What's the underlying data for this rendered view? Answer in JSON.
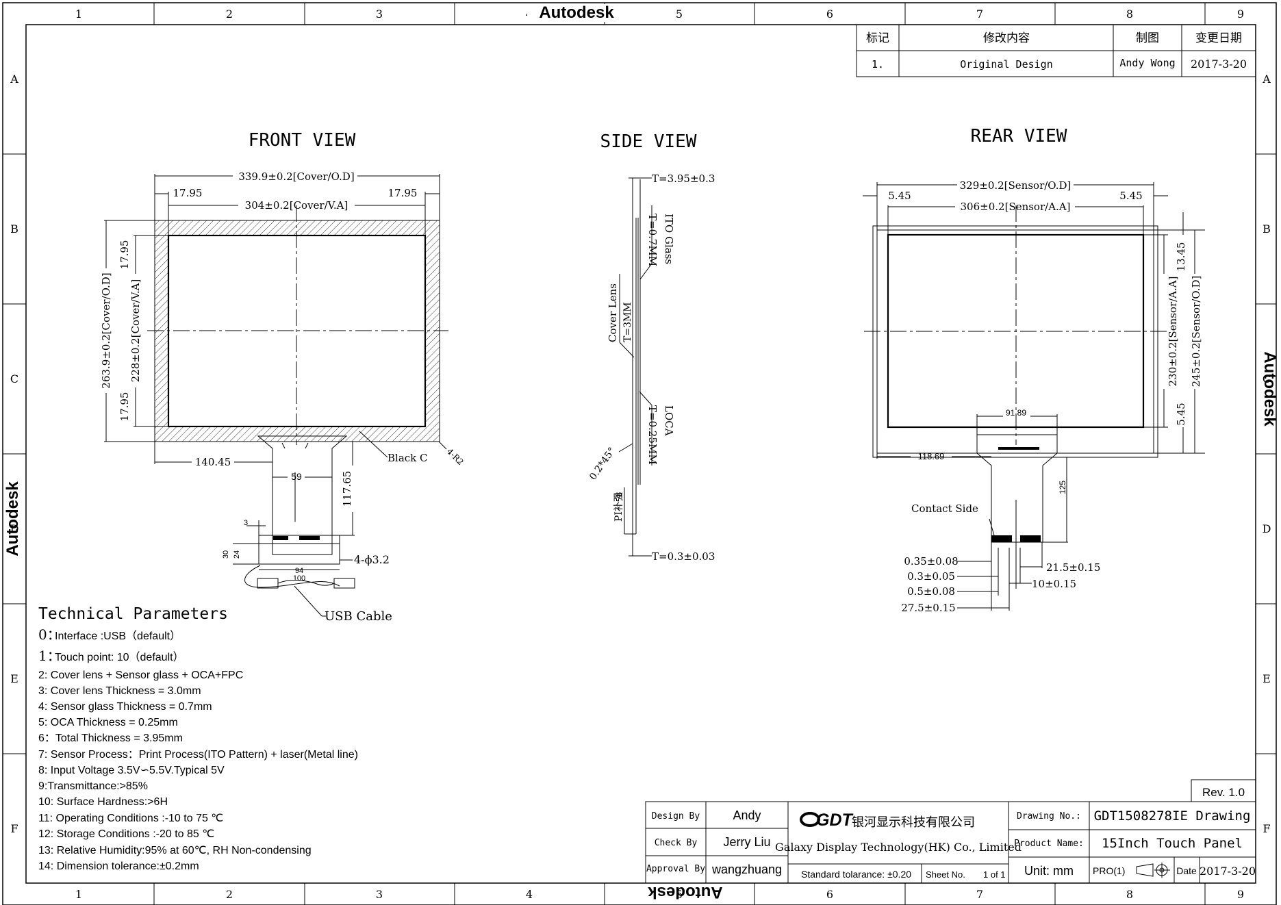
{
  "watermark": "Autodesk",
  "grid": {
    "columns": [
      "1",
      "2",
      "3",
      "4",
      "5",
      "6",
      "7",
      "8",
      "9"
    ],
    "rows": [
      "A",
      "B",
      "C",
      "D",
      "E",
      "F"
    ]
  },
  "revision_table": {
    "headers": [
      "标记",
      "修改内容",
      "制图",
      "变更日期"
    ],
    "rows": [
      [
        "1.",
        "Original Design",
        "Andy Wong",
        "2017-3-20"
      ]
    ]
  },
  "views": {
    "front": {
      "title": "FRONT VIEW",
      "dims": {
        "cover_od_width": "339.9±0.2[Cover/O.D]",
        "margin_left": "17.95",
        "margin_right": "17.95",
        "cover_va_width": "304±0.2[Cover/V.A]",
        "cover_od_height": "263.9±0.2[Cover/O.D]",
        "cover_va_height": "228±0.2[Cover/V.A]",
        "margin_top": "17.95",
        "margin_bottom": "17.95",
        "fpc_offset": "140.45",
        "fpc_width": "59",
        "fpc_length": "117.65",
        "tail_3": "3",
        "tail_30": "30",
        "tail_24": "24",
        "tail_94": "94",
        "tail_100": "100",
        "holes": "4-ϕ3.2",
        "corner_r": "4-R2"
      },
      "labels": {
        "black_c": "Black C",
        "usb_cable": "USB Cable"
      }
    },
    "side": {
      "title": "SIDE VIEW",
      "dims": {
        "total_t": "T=3.95±0.3",
        "ito_t": "T=0.7MM",
        "cover_t": "T=3MM",
        "loca_t": "T=0.25MM",
        "chamfer": "0.2*45°",
        "pi_8": "8",
        "fpc_t": "T=0.3±0.03"
      },
      "labels": {
        "ito": "ITO Glass",
        "cover_lens": "Cover Lens",
        "loca": "LOCA",
        "pi": "PI补强"
      }
    },
    "rear": {
      "title": "REAR VIEW",
      "dims": {
        "sensor_od_width": "329±0.2[Sensor/O.D]",
        "margin_left": "5.45",
        "margin_right": "5.45",
        "sensor_aa_width": "306±0.2[Sensor/A.A]",
        "margin_top": "13.45",
        "sensor_aa_height": "230±0.2[Sensor/A.A]",
        "sensor_od_height": "245±0.2[Sensor/O.D]",
        "margin_bottom": "5.45",
        "fpc_width": "91.89",
        "fpc_offset": "118.69",
        "fpc_length": "125",
        "pitch_1": "0.35±0.08",
        "pitch_2": "0.3±0.05",
        "pitch_3": "0.5±0.08",
        "pitch_4": "27.5±0.15",
        "finger_1": "21.5±0.15",
        "finger_2": "10±0.15"
      },
      "labels": {
        "contact_side": "Contact Side"
      }
    }
  },
  "technical": {
    "title": "Technical Parameters",
    "lines": [
      {
        "num": "0：",
        "text": "Interface :USB（default）"
      },
      {
        "num": "1：",
        "text": "Touch point: 10（default）"
      },
      {
        "num": "",
        "text": "2: Cover lens + Sensor glass + OCA+FPC"
      },
      {
        "num": "",
        "text": "3: Cover lens Thickness = 3.0mm"
      },
      {
        "num": "",
        "text": "4: Sensor glass Thickness = 0.7mm"
      },
      {
        "num": "",
        "text": "5: OCA Thickness = 0.25mm"
      },
      {
        "num": "",
        "text": "6：Total Thickness = 3.95mm"
      },
      {
        "num": "",
        "text": "7: Sensor Process：Print Process(ITO Pattern) + laser(Metal line)"
      },
      {
        "num": "",
        "text": "8: Input Voltage  3.5V∽5.5V.Typical 5V"
      },
      {
        "num": "",
        "text": "9:Transmittance:>85%"
      },
      {
        "num": "",
        "text": "10: Surface Hardness:>6H"
      },
      {
        "num": "",
        "text": "11: Operating Conditions :-10 to 75 ℃"
      },
      {
        "num": "",
        "text": "12: Storage Conditions :-20 to 85 ℃"
      },
      {
        "num": "",
        "text": "13: Relative Humidity:95% at 60℃, RH Non-condensing"
      },
      {
        "num": "",
        "text": "14: Dimension tolerance:±0.2mm"
      }
    ]
  },
  "title_block": {
    "rev": "Rev. 1.0",
    "design_by_label": "Design By",
    "design_by": "Andy",
    "check_by_label": "Check By",
    "check_by": "Jerry Liu",
    "approval_by_label": "Approval By",
    "approval_by": "wangzhuang",
    "logo_text": "GDT",
    "company_cn": "银河显示科技有限公司",
    "company_en": "Galaxy Display Technology(HK) Co., Limited",
    "tolerance": "Standard tolarance: ±0.20",
    "sheet_label": "Sheet No.",
    "sheet_value": "1 of 1",
    "drawing_no_label": "Drawing No.:",
    "drawing_no": "GDT1508278IE Drawing",
    "product_name_label": "Product Name:",
    "product_name": "15Inch Touch Panel",
    "unit": "Unit: mm",
    "projection": "PRO(1)",
    "date_label": "Date",
    "date": "2017-3-20"
  }
}
